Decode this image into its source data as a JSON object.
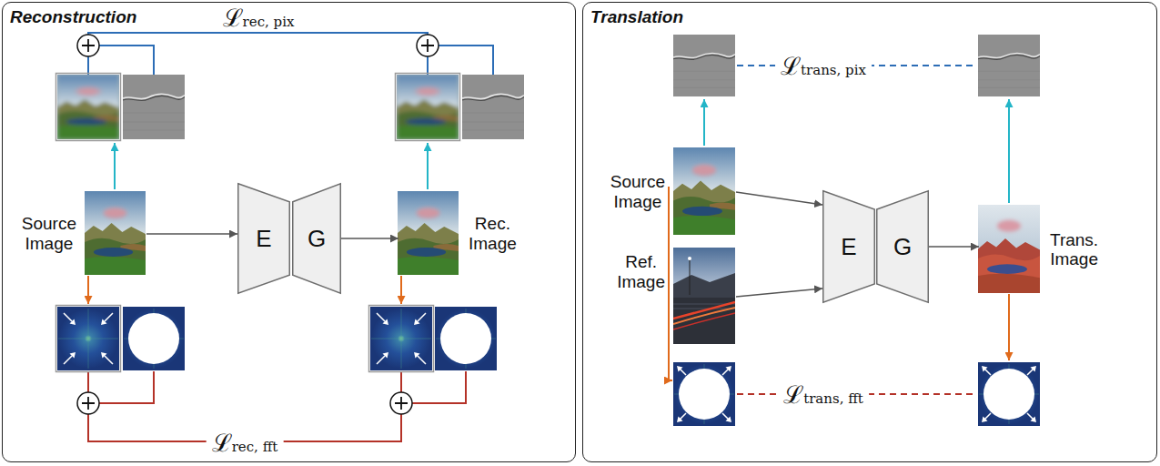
{
  "diagram": {
    "nodes": [
      {
        "text": [
          "Reconstruction"
        ]
      },
      {
        "text": [
          "Source Image"
        ],
        "in": 0
      },
      {
        "text": [
          "E"
        ],
        "in": 0
      },
      {
        "text": [
          "G"
        ],
        "in": 0
      },
      {
        "text": [
          "Rec. Image"
        ],
        "in": 0
      },
      {
        "text": [
          "Translation"
        ]
      },
      {
        "text": [
          "Source Image"
        ],
        "in": 5
      },
      {
        "text": [
          "Ref. Image"
        ],
        "in": 5
      },
      {
        "text": [
          "E"
        ],
        "in": 5
      },
      {
        "text": [
          "G"
        ],
        "in": 5
      },
      {
        "text": [
          "Trans. Image"
        ],
        "in": 5
      }
    ],
    "edges": [
      {
        "from": 1,
        "to": 2,
        "arrow": "to"
      },
      {
        "from": 3,
        "to": 4,
        "arrow": "to"
      },
      {
        "from": 6,
        "to": 8,
        "arrow": "to"
      },
      {
        "from": 7,
        "to": 8,
        "arrow": "to"
      },
      {
        "from": 9,
        "to": 10,
        "arrow": "to"
      }
    ],
    "labels": [
      "ℒrec, pix",
      "ℒrec, fft",
      "ℒtrans, pix",
      "ℒtrans, fft"
    ]
  }
}
